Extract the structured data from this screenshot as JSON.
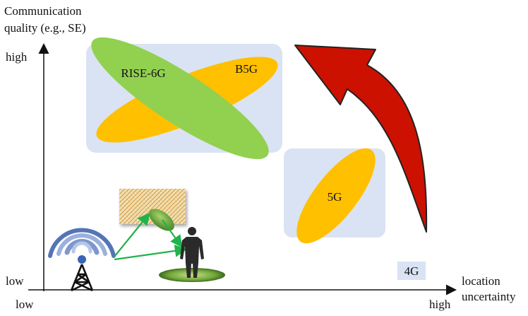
{
  "y_axis": {
    "title_line1": "Communication",
    "title_line2": "quality (e.g., SE)",
    "high_label": "high",
    "low_label": "low"
  },
  "x_axis": {
    "title_line1": "location",
    "title_line2": "uncertainty",
    "low_label": "low",
    "high_label": "high"
  },
  "regions": {
    "rise6g": "RISE-6G",
    "b5g": "B5G",
    "g5": "5G",
    "g4": "4G"
  },
  "colors": {
    "green_ellipse": "#92d050",
    "orange_ellipse": "#ffc000",
    "region_box": "#dae3f3",
    "arrow_red": "#cc1100",
    "link_green": "#22b24c",
    "signal_blue": "#4a6fb5"
  },
  "icons": {
    "tower": "cell-tower-icon",
    "user": "person-icon",
    "surface": "ris-surface-icon"
  }
}
